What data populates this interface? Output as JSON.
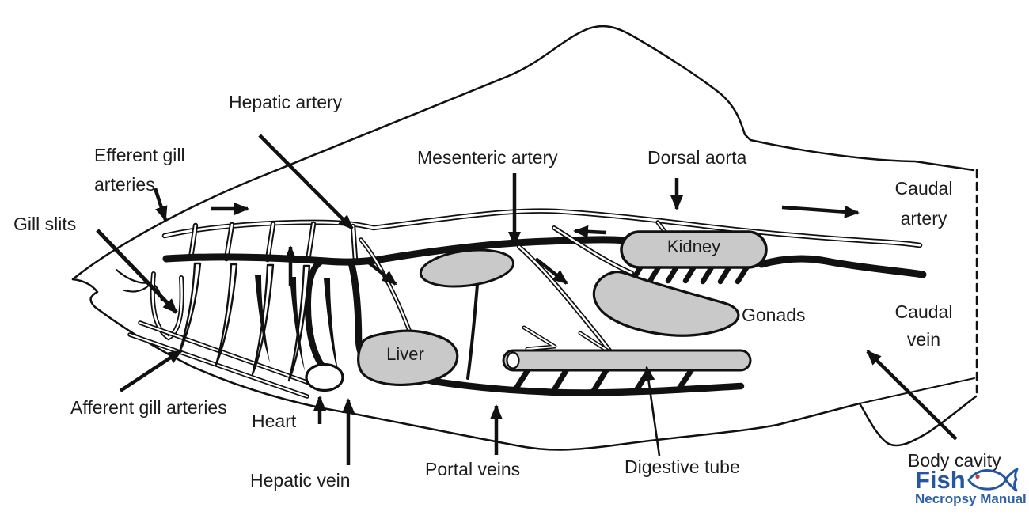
{
  "diagram": {
    "type": "fish-anatomy-circulatory-diagram",
    "background": "#ffffff",
    "line_color": "#111111",
    "organ_fill": "#c9c9c9",
    "text_color": "#1c1c1c"
  },
  "labels": {
    "hepatic_artery": "Hepatic artery",
    "efferent_gill_arteries_line1": "Efferent gill",
    "efferent_gill_arteries_line2": "arteries",
    "gill_slits": "Gill slits",
    "mesenteric_artery": "Mesenteric artery",
    "dorsal_aorta": "Dorsal aorta",
    "caudal_artery_line1": "Caudal",
    "caudal_artery_line2": "artery",
    "kidney": "Kidney",
    "gonads": "Gonads",
    "caudal_vein_line1": "Caudal",
    "caudal_vein_line2": "vein",
    "liver": "Liver",
    "afferent_gill_arteries": "Afferent gill arteries",
    "heart": "Heart",
    "hepatic_vein": "Hepatic vein",
    "portal_veins": "Portal veins",
    "digestive_tube": "Digestive tube",
    "body_cavity": "Body cavity"
  },
  "logo": {
    "title": "Fish",
    "subtitle": "Necropsy Manual",
    "icon": "fish-outline-icon",
    "blue": "#2456a4",
    "subtitle_blue": "#2e5fa9",
    "eye_red": "#d23b35"
  }
}
